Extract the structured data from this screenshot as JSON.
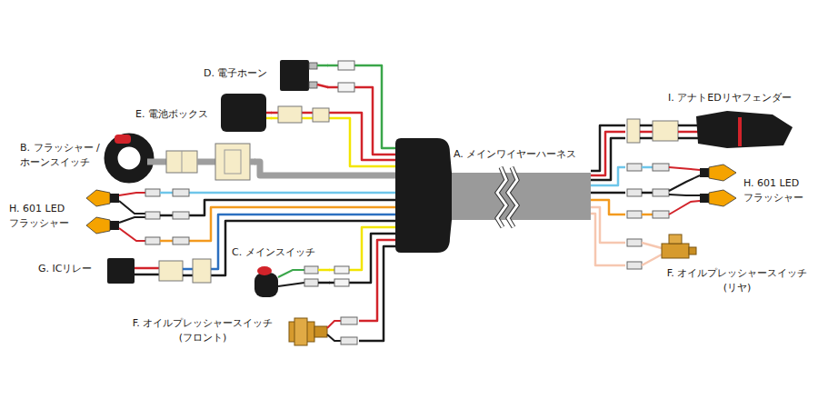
{
  "diagram": {
    "nodes": [
      {
        "text": [
          "D. 電子ホーン"
        ]
      },
      {
        "text": [
          "E. 電池ボックス"
        ]
      },
      {
        "text": [
          "B. フラッシャー /ホーンスイッチ"
        ]
      },
      {
        "text": [
          "H. 601 LED フラッシャー"
        ]
      },
      {
        "text": [
          "G. ICリレー"
        ]
      },
      {
        "text": [
          "C. メインスイッチ"
        ]
      },
      {
        "text": [
          "F. オイルプレッシャースイッチ (フロント)"
        ]
      },
      {
        "text": [
          "A. メインワイヤーハーネス"
        ]
      },
      {
        "text": [
          "I. アナトEDリヤフェンダー"
        ]
      },
      {
        "text": [
          "H. 601 LED フラッシャー"
        ]
      },
      {
        "text": [
          "F. オイルプレッシャースイッチ (リヤ)"
        ]
      }
    ],
    "edges": [
      {
        "from": 0,
        "to": 7,
        "arrow": "none"
      },
      {
        "from": 1,
        "to": 7,
        "arrow": "none"
      },
      {
        "from": 2,
        "to": 7,
        "arrow": "none"
      },
      {
        "from": 3,
        "to": 7,
        "arrow": "none"
      },
      {
        "from": 4,
        "to": 7,
        "arrow": "none"
      },
      {
        "from": 5,
        "to": 7,
        "arrow": "none"
      },
      {
        "from": 6,
        "to": 7,
        "arrow": "none"
      },
      {
        "from": 8,
        "to": 7,
        "arrow": "none"
      },
      {
        "from": 9,
        "to": 7,
        "arrow": "none"
      },
      {
        "from": 10,
        "to": 7,
        "arrow": "none"
      }
    ]
  }
}
